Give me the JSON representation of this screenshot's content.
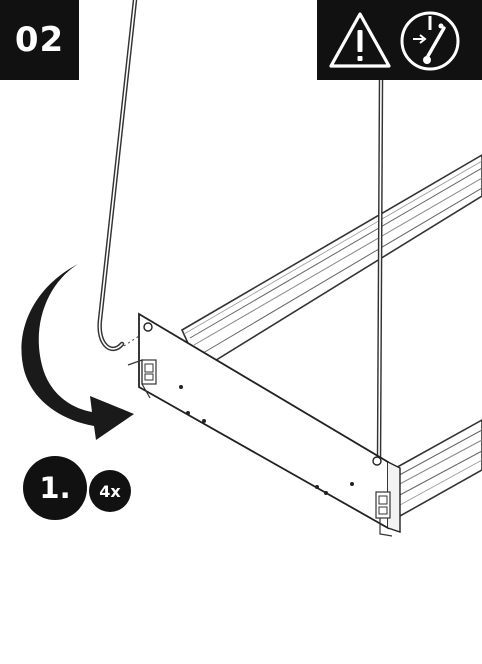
{
  "step": {
    "number": "02"
  },
  "instruction": {
    "order": "1.",
    "quantity": "4x"
  },
  "icons": {
    "warning": "warning-triangle-icon",
    "power": "power-switch-off-icon",
    "rotate": "curved-arrow-icon"
  },
  "colors": {
    "ink": "#111111",
    "paper": "#ffffff",
    "line": "#555555"
  }
}
